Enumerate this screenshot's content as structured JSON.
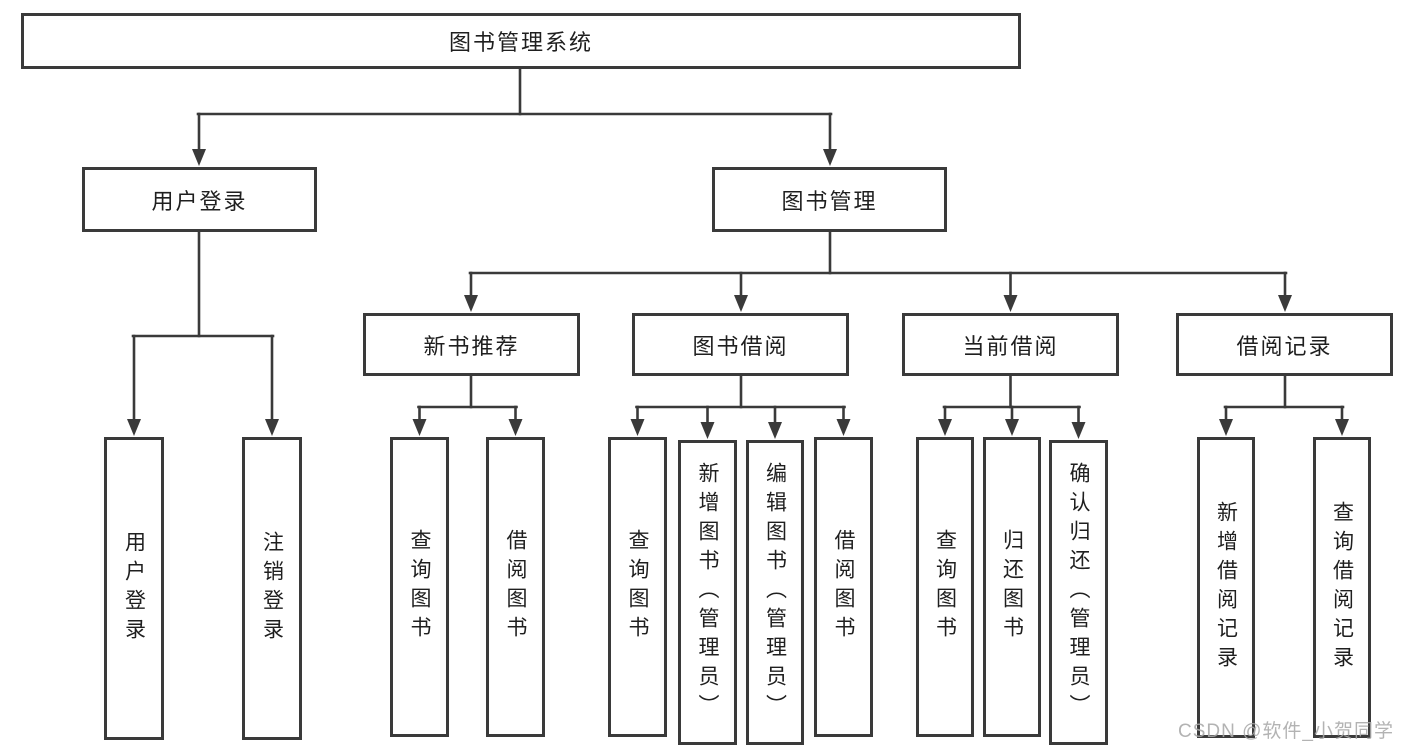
{
  "diagram": {
    "root": "图书管理系统",
    "branches": [
      {
        "label": "用户登录",
        "children": [
          "用户登录",
          "注销登录"
        ]
      },
      {
        "label": "图书管理",
        "sections": [
          {
            "label": "新书推荐",
            "children": [
              "查询图书",
              "借阅图书"
            ]
          },
          {
            "label": "图书借阅",
            "children": [
              "查询图书",
              "新增图书（管理员）",
              "编辑图书（管理员）",
              "借阅图书"
            ]
          },
          {
            "label": "当前借阅",
            "children": [
              "查询图书",
              "归还图书",
              "确认归还（管理员）"
            ]
          },
          {
            "label": "借阅记录",
            "children": [
              "新增借阅记录",
              "查询借阅记录"
            ]
          }
        ]
      }
    ]
  },
  "watermark": "CSDN @软件_小贺同学",
  "colors": {
    "line": "#3a3a3a",
    "text": "#1f1f1f",
    "background": "#ffffff",
    "watermark": "#b0b0b0"
  }
}
